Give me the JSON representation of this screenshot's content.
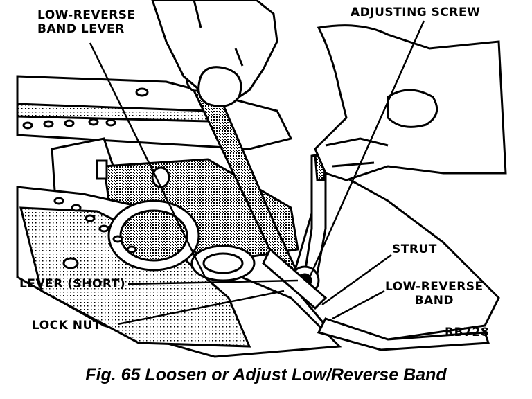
{
  "callouts": {
    "low_reverse_band_lever_line1": "LOW-REVERSE",
    "low_reverse_band_lever_line2": "BAND LEVER",
    "adjusting_screw": "ADJUSTING SCREW",
    "strut": "STRUT",
    "lever_short": "LEVER (SHORT)",
    "low_reverse_band_line1": "LOW-REVERSE",
    "low_reverse_band_line2": "BAND",
    "lock_nut": "LOCK NUT",
    "ref_code": "RB728"
  },
  "caption": "Fig. 65 Loosen or Adjust Low/Reverse Band",
  "colors": {
    "ink": "#000000",
    "paper": "#ffffff",
    "shade": "#7a7a7a"
  }
}
